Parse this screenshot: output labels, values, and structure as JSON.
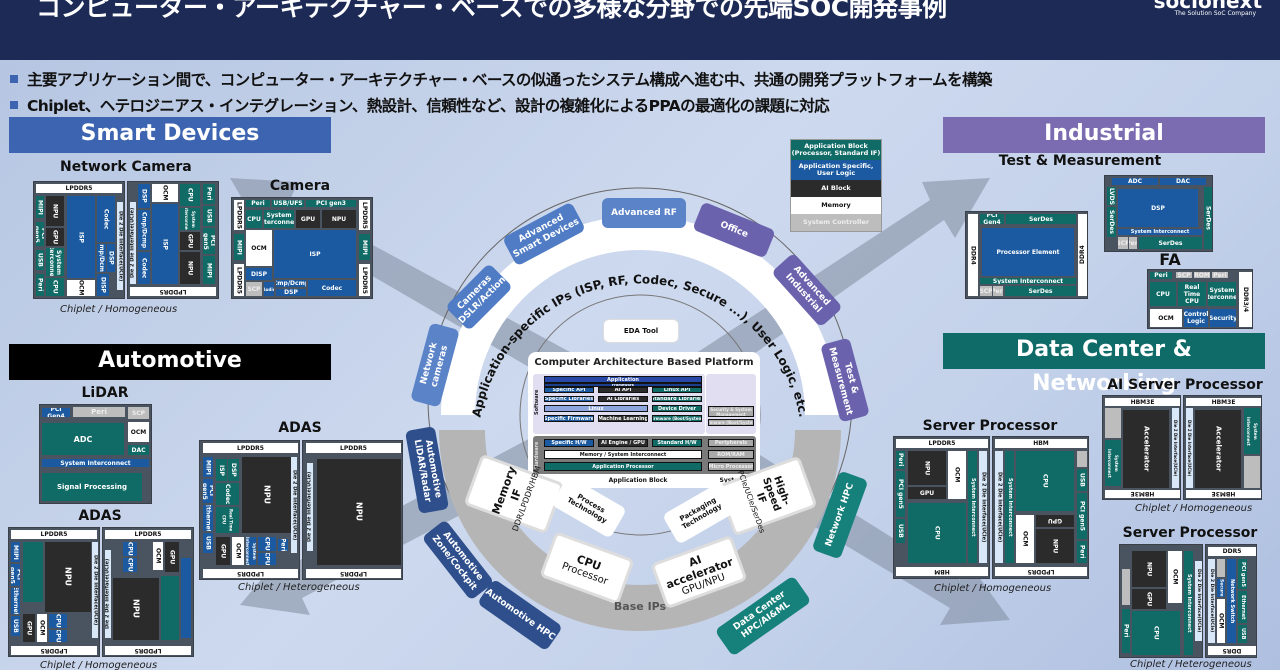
{
  "header": {
    "title": "コンピューター・アーキテクチャー・ベースでの多様な分野での先端SOC開発事例",
    "logo": "socionext",
    "tagline": "The Solution SoC Company"
  },
  "bullets": [
    "主要アプリケーション間で、コンピューター・アーキテクチャー・ベースの似通ったシステム構成へ進む中、共通の開発プラットフォームを構築",
    "Chiplet、ヘテロジニアス・インテグレーション、熱設計、信頼性など、設計の複雑化によるPPAの最適化の課題に対応"
  ],
  "sections": {
    "smart_devices": "Smart Devices",
    "automotive": "Automotive",
    "industrial": "Industrial",
    "datacenter": "Data Center & Networking"
  },
  "section_colors": {
    "smart_devices": "#3d64b0",
    "automotive": "#000000",
    "industrial": "#7b6bb0",
    "datacenter": "#0f6b67"
  },
  "examples": {
    "network_camera": {
      "title": "Network Camera",
      "caption": "Chiplet / Homogeneous"
    },
    "camera": {
      "title": "Camera"
    },
    "lidar": {
      "title": "LiDAR"
    },
    "adas_top": {
      "title": "ADAS",
      "caption": "Chiplet / Heterogeneous"
    },
    "adas_bottom": {
      "title": "ADAS",
      "caption": "Chiplet / Homogeneous"
    },
    "test_measurement": {
      "title": "Test & Measurement"
    },
    "fa": {
      "title": "FA"
    },
    "ai_server": {
      "title": "AI Server Processor",
      "caption": "Chiplet / Homogeneous"
    },
    "server_mid": {
      "title": "Server Processor",
      "caption": "Chiplet / Homogeneous"
    },
    "server_right": {
      "title": "Server Processor",
      "caption": "Chiplet / Heterogeneous"
    }
  },
  "blocks": {
    "lpddr5": "LPDDR5",
    "hbm": "HBM",
    "hbm3e": "HBM3E",
    "ddr5": "DDR5",
    "ddr4": "DDR4",
    "ddr34": "DDR3/4",
    "mipi": "MIPI",
    "npu": "NPU",
    "gpu": "GPU",
    "cpu": "CPU",
    "isp": "ISP",
    "codec": "Codec",
    "ocm": "OCM",
    "disp": "DISP",
    "dsp": "DSP",
    "cmp": "Cmp/Dcmp",
    "peri": "Peri",
    "usb": "USB",
    "usb_ufs": "USB/UFS",
    "pci3": "PCI gen3",
    "pci4": "PCI Gen4",
    "pci5": "PCI gen5",
    "sysint": "System Interconnect",
    "d2d": "Die 2 Die Interface(UCIe)",
    "scp": "SCP",
    "rom": "ROM",
    "audio": "Audio",
    "adc": "ADC",
    "dac": "DAC",
    "sigproc": "Signal Processing",
    "ethernet": "Ethernet",
    "rtcpu": "Real Time CPU",
    "safety": "Safety",
    "serdes": "SerDes",
    "lvds": "LVDS",
    "pe": "Processor Element",
    "ctrl": "Control Logic",
    "security": "Security",
    "accel": "Accelerator",
    "secure": "Secure",
    "netsw": "Network Switch"
  },
  "legend": [
    {
      "label": "Application Block (Processor, Standard IF)",
      "color": "#106a66"
    },
    {
      "label": "Application Specific, User Logic",
      "color": "#1b5aa0"
    },
    {
      "label": "AI Block",
      "color": "#222222"
    },
    {
      "label": "Memory",
      "color": "#ffffff"
    },
    {
      "label": "System Controller",
      "color": "#bdbdbd"
    }
  ],
  "diagram": {
    "outer_arc_label": "Application-specific IPs (ISP, RF, Codec, Secure ...), User Logic, etc.",
    "eda_tool": "EDA Tool",
    "base_ips": "Base IPs",
    "applications": [
      {
        "label": "Cameras DSLR/Action",
        "color": "#4f7cc4"
      },
      {
        "label": "Advanced Smart Devices",
        "color": "#4f7cc4"
      },
      {
        "label": "Advanced RF",
        "color": "#4f7cc4"
      },
      {
        "label": "Office",
        "color": "#6a62ad"
      },
      {
        "label": "Advanced Industrial",
        "color": "#6a62ad"
      },
      {
        "label": "Test & Measurement",
        "color": "#6a62ad"
      },
      {
        "label": "Network cameras",
        "color": "#4f7cc4"
      },
      {
        "label": "Automotive LiDAR/Radar",
        "color": "#2f4f8c"
      },
      {
        "label": "Automotive Zone/Cockpit",
        "color": "#2f4f8c"
      },
      {
        "label": "Automotive HPC",
        "color": "#2f4f8c"
      },
      {
        "label": "Network HPC",
        "color": "#16807a"
      },
      {
        "label": "Data Center HPC/AI&ML",
        "color": "#16807a"
      }
    ],
    "base_ip_items": [
      {
        "title": "Memory IF",
        "sub": "DDR/LPDDR/HBM"
      },
      {
        "title": "CPU",
        "sub": "Processor"
      },
      {
        "title": "AI accelerator",
        "sub": "GPU/NPU"
      },
      {
        "title": "High-Speed IF",
        "sub": "PCIe/UCIe/SerDes"
      }
    ],
    "technology_items": [
      "Process Technology",
      "Packaging Technology"
    ],
    "platform": {
      "title": "Computer Architecture Based Platform",
      "software_label": "Software",
      "hardware_label": "Hardware",
      "application": "Application",
      "framework": "Framework",
      "rows": [
        [
          "Specific API",
          "AI API",
          "Linux API"
        ],
        [
          "Specific Libraries",
          "AI Libraries",
          "Standard Libraries"
        ],
        [
          "Linux",
          "Device Driver"
        ],
        [
          "Specific Firmware",
          "Machine Learning",
          "Firmware (Boot/System)"
        ],
        [
          "Specific H/W",
          "AI Engine / GPU",
          "Standard H/W"
        ]
      ],
      "memory_interconnect": "Memory / System Interconnect",
      "app_processor": "Application Processor",
      "sc_items": [
        "Security & System Management",
        "Firmware (Boot/System)",
        "Peripherals",
        "ROM/RAM",
        "Micro Processor"
      ],
      "app_block_label": "Application Block",
      "sys_ctrl_label": "System Controller"
    }
  }
}
